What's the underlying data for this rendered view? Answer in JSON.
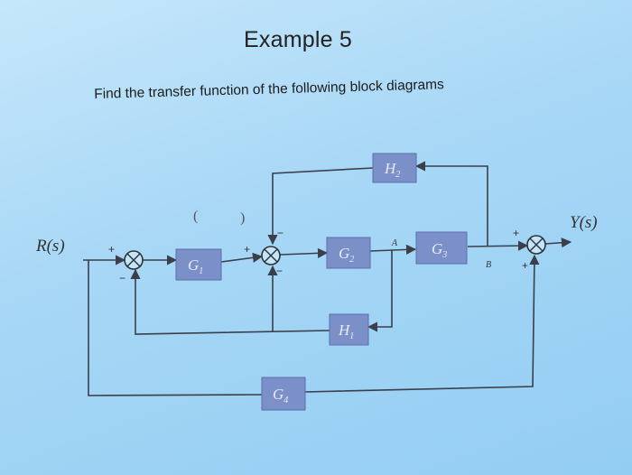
{
  "slide": {
    "title": "Example 5",
    "instruction": "Find the transfer function of the following block diagrams"
  },
  "diagram": {
    "input_label": "R(s)",
    "output_label": "Y(s)",
    "blocks": {
      "g1": {
        "base": "G",
        "sub": "1"
      },
      "g2": {
        "base": "G",
        "sub": "2"
      },
      "g3": {
        "base": "G",
        "sub": "3"
      },
      "g4": {
        "base": "G",
        "sub": "4"
      },
      "h1": {
        "base": "H",
        "sub": "1"
      },
      "h2": {
        "base": "H",
        "sub": "2"
      }
    },
    "nodes": {
      "a": "A",
      "b": "B"
    },
    "signs": {
      "sj1_in": "+",
      "sj1_fb": "−",
      "sj2_in": "+",
      "sj2_top": "−",
      "sj2_bottom": "−",
      "sj3_top": "+",
      "sj3_bottom": "+",
      "near_b": "+"
    },
    "handwritten_marks": {
      "paren_open": "(",
      "paren_close": ")"
    },
    "colors": {
      "block_fill": "#7b8fc9",
      "background": "#a9d8f6",
      "wire": "#3a3f4a"
    }
  }
}
